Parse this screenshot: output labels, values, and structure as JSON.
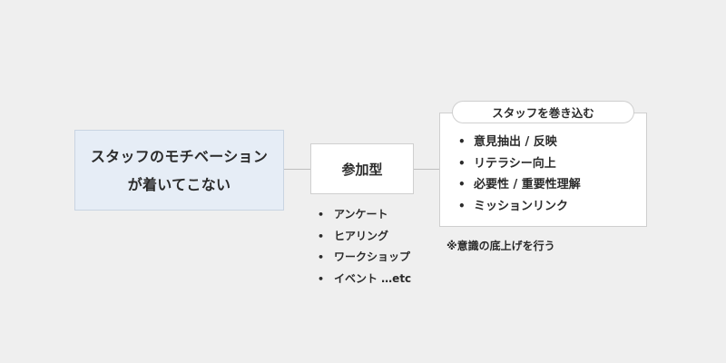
{
  "problem": {
    "lines": [
      "スタッフのモチベーション",
      "が着いてこない"
    ]
  },
  "method": {
    "title": "参加型",
    "items": [
      "アンケート",
      "ヒアリング",
      "ワークショップ",
      "イベント …etc"
    ]
  },
  "involve": {
    "title": "スタッフを巻き込む",
    "items": [
      "意見抽出 / 反映",
      "リテラシー向上",
      "必要性 / 重要性理解",
      "ミッションリンク"
    ]
  },
  "note": "※意識の底上げを行う",
  "bullet_symbol": "•",
  "colors": {
    "background": "#efefef",
    "problem_fill": "#e6edf6",
    "box_border": "#cfcfcf",
    "connector": "#bfbfbf",
    "text": "#2b2b2b"
  }
}
